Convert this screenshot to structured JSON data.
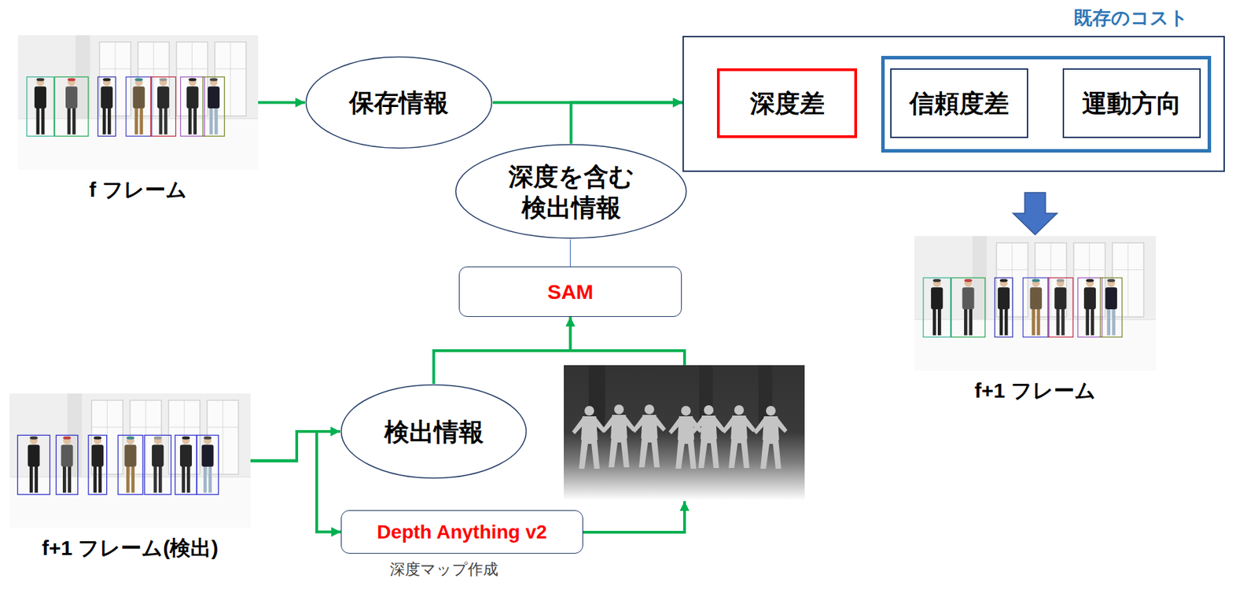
{
  "diagram": {
    "nodes": [
      {
        "text": [
          "f フレーム"
        ]
      },
      {
        "text": [
          "保存情報"
        ]
      },
      {
        "text": []
      },
      {
        "text": [
          "深度差"
        ],
        "in": 2
      },
      {
        "text": [
          "既存のコスト"
        ],
        "in": 2
      },
      {
        "text": [
          "信頼度差"
        ],
        "in": 4
      },
      {
        "text": [
          "運動方向"
        ],
        "in": 4
      },
      {
        "text": [
          "深度を含む 検出情報"
        ]
      },
      {
        "text": [
          "f+1 フレーム"
        ]
      },
      {
        "text": [
          "SAM"
        ]
      },
      {
        "text": [
          "検出情報"
        ]
      },
      {
        "text": [
          "f+1 フレーム(検出)"
        ]
      },
      {
        "text": [
          "Depth Anything v2"
        ]
      }
    ],
    "edges": [
      {
        "from": 0,
        "to": 1,
        "arrow": "to"
      },
      {
        "from": 1,
        "to": 2,
        "arrow": "to"
      },
      {
        "from": 7,
        "to": 2,
        "arrow": "to"
      },
      {
        "from": 9,
        "to": 7,
        "arrow": "none"
      },
      {
        "from": 11,
        "to": 10,
        "arrow": "to"
      },
      {
        "from": 11,
        "to": 12,
        "arrow": "to"
      },
      {
        "from": 10,
        "to": 9,
        "arrow": "to"
      },
      {
        "from": 2,
        "to": 8,
        "arrow": "to"
      }
    ],
    "labels": [
      "深度マップ作成"
    ]
  }
}
